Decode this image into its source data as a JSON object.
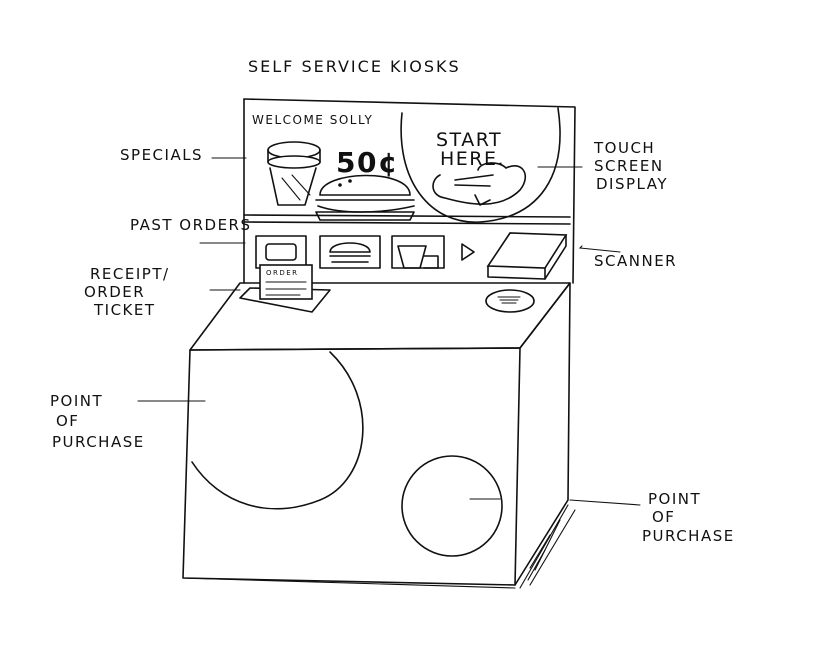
{
  "title": "SELF SERVICE KIOSKS",
  "screen": {
    "welcome": "WELCOME SOLLY",
    "price": "50¢",
    "start_line1": "START",
    "start_line2": "HERE.",
    "ticket_text": "ORDER"
  },
  "labels": {
    "specials": "SPECIALS",
    "past_orders": "PAST ORDERS",
    "receipt_line1": "RECEIPT/",
    "receipt_line2": "ORDER",
    "receipt_line3": "TICKET",
    "touch_line1": "TOUCH",
    "touch_line2": "SCREEN",
    "touch_line3": "DISPLAY",
    "scanner": "SCANNER",
    "pop_left_line1": "POINT",
    "pop_left_line2": "OF",
    "pop_left_line3": "PURCHASE",
    "pop_right_line1": "POINT",
    "pop_right_line2": "OF",
    "pop_right_line3": "PURCHASE"
  }
}
